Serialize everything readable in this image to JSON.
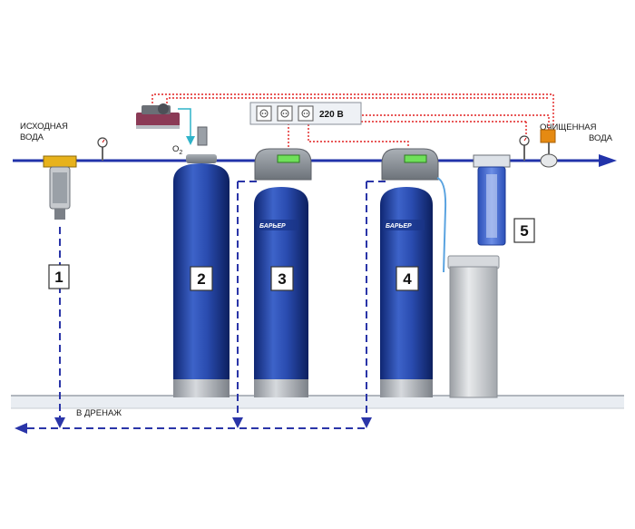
{
  "labels": {
    "source_water": [
      "ИСХОДНАЯ",
      "ВОДА"
    ],
    "purified_water": [
      "ОЧИЩЕННАЯ",
      "ВОДА"
    ],
    "drain": "В ДРЕНАЖ",
    "voltage": "220 В",
    "oxygen": "O",
    "oxygen_sub": "2",
    "brand": "БАРЬЕР"
  },
  "components": [
    {
      "number": "1"
    },
    {
      "number": "2"
    },
    {
      "number": "3"
    },
    {
      "number": "4"
    },
    {
      "number": "5"
    }
  ],
  "colors": {
    "pipe": "#2233aa",
    "tank": "#1f3f9e",
    "signal": "#e02020",
    "drain": "#2a35a8"
  }
}
